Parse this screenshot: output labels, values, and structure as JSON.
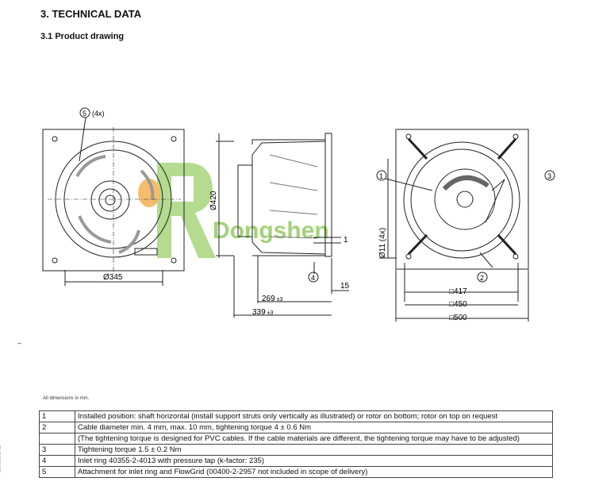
{
  "header": {
    "section_title": "3. TECHNICAL DATA",
    "subsection_title": "3.1 Product drawing"
  },
  "drawing": {
    "front_view": {
      "diameter_label": "Ø345",
      "callout_5": "5",
      "callout_5_qty": "(4x)"
    },
    "side_view": {
      "dim_height": "Ø420",
      "dim_1": "1",
      "dim_15": "15",
      "dim_269": "269",
      "dim_339": "339",
      "tol": "±3",
      "callout_4": "4",
      "hole_label": "Ø11 (4x)"
    },
    "rear_view": {
      "callout_1": "1",
      "callout_2": "2",
      "callout_3": "3",
      "dim_417": "□417",
      "dim_450": "□450",
      "dim_500": "□500"
    },
    "watermark": "Dongshen"
  },
  "footnote": "All dimensions in mm.",
  "left_mark": "–",
  "side_text": "structions",
  "notes": [
    {
      "num": "1",
      "text": "Installed position: shaft horizontal (install support struts only vertically as illustrated) or rotor on bottom; rotor on top on request"
    },
    {
      "num": "2",
      "text": "Cable diameter min. 4 mm, max. 10 mm, tightening torque 4 ± 0.6 Nm"
    },
    {
      "num": "",
      "text": "(The tightening torque is designed for PVC cables. If the cable materials are different, the tightening torque may have to be adjusted)"
    },
    {
      "num": "3",
      "text": "Tightening torque 1.5 ± 0.2 Nm"
    },
    {
      "num": "4",
      "text": "Inlet ring 40355-2-4013 with pressure tap (k-factor: 235)"
    },
    {
      "num": "5",
      "text": "Attachment for inlet ring and FlowGrid (00400-2-2957 not included in scope of delivery)"
    }
  ],
  "colors": {
    "watermark_green": "#7ac143",
    "watermark_orange": "#f0a030"
  }
}
